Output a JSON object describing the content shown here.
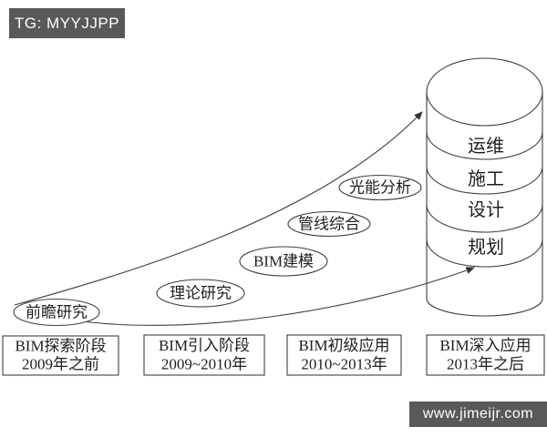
{
  "watermarks": {
    "tag": "TG: MYYJJPP",
    "site": "www.jimeijr.com"
  },
  "milestones": [
    "前瞻研究",
    "理论研究",
    "BIM建模",
    "管线综合",
    "光能分析"
  ],
  "cylinder": {
    "layers": [
      "运维",
      "施工",
      "设计",
      "规划"
    ]
  },
  "stages": [
    {
      "name": "BIM探索阶段",
      "period": "2009年之前"
    },
    {
      "name": "BIM引入阶段",
      "period": "2009~2010年"
    },
    {
      "name": "BIM初级应用",
      "period": "2010~2013年"
    },
    {
      "name": "BIM深入应用",
      "period": "2013年之后"
    }
  ],
  "colors": {
    "line": "#3f3f3f",
    "text": "#1f1f1f",
    "watermark_bg": "#58595b",
    "watermark_text": "#ffffff",
    "background": "#ffffff"
  }
}
